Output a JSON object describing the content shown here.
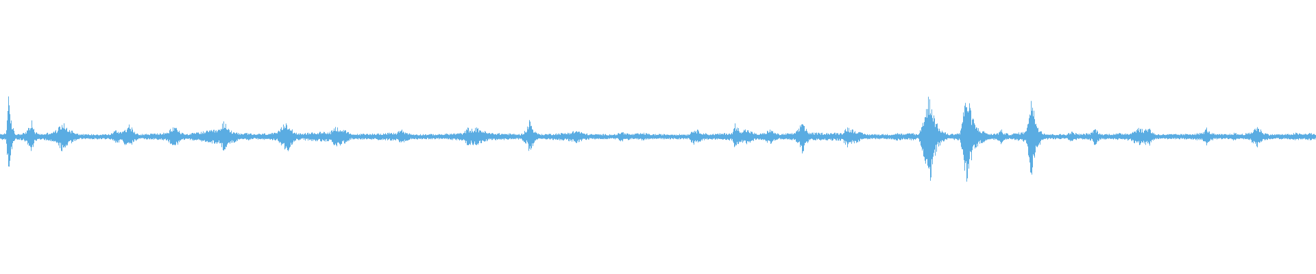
{
  "waveform": {
    "color": "#5aace2",
    "background": "#ffffff",
    "duration_units": 1920,
    "amplitude_max": 1.0,
    "envelope": [
      [
        0,
        0.02
      ],
      [
        8,
        0.03
      ],
      [
        12,
        0.3
      ],
      [
        14,
        0.18
      ],
      [
        18,
        0.08
      ],
      [
        22,
        0.02
      ],
      [
        35,
        0.03
      ],
      [
        42,
        0.07
      ],
      [
        46,
        0.12
      ],
      [
        50,
        0.04
      ],
      [
        60,
        0.02
      ],
      [
        78,
        0.04
      ],
      [
        84,
        0.06
      ],
      [
        90,
        0.12
      ],
      [
        94,
        0.09
      ],
      [
        100,
        0.06
      ],
      [
        108,
        0.04
      ],
      [
        116,
        0.02
      ],
      [
        160,
        0.02
      ],
      [
        168,
        0.05
      ],
      [
        176,
        0.04
      ],
      [
        186,
        0.08
      ],
      [
        190,
        0.1
      ],
      [
        194,
        0.04
      ],
      [
        205,
        0.02
      ],
      [
        244,
        0.03
      ],
      [
        250,
        0.07
      ],
      [
        256,
        0.08
      ],
      [
        262,
        0.04
      ],
      [
        270,
        0.02
      ],
      [
        322,
        0.06
      ],
      [
        326,
        0.14
      ],
      [
        330,
        0.08
      ],
      [
        336,
        0.05
      ],
      [
        344,
        0.04
      ],
      [
        352,
        0.02
      ],
      [
        360,
        0.03
      ],
      [
        368,
        0.02
      ],
      [
        404,
        0.03
      ],
      [
        410,
        0.07
      ],
      [
        416,
        0.12
      ],
      [
        422,
        0.1
      ],
      [
        428,
        0.04
      ],
      [
        440,
        0.02
      ],
      [
        446,
        0.03
      ],
      [
        482,
        0.04
      ],
      [
        488,
        0.08
      ],
      [
        494,
        0.07
      ],
      [
        500,
        0.06
      ],
      [
        506,
        0.04
      ],
      [
        512,
        0.02
      ],
      [
        578,
        0.03
      ],
      [
        584,
        0.06
      ],
      [
        590,
        0.04
      ],
      [
        600,
        0.02
      ],
      [
        620,
        0.02
      ],
      [
        640,
        0.02
      ],
      [
        676,
        0.03
      ],
      [
        682,
        0.07
      ],
      [
        688,
        0.06
      ],
      [
        696,
        0.07
      ],
      [
        704,
        0.05
      ],
      [
        712,
        0.03
      ],
      [
        760,
        0.02
      ],
      [
        768,
        0.06
      ],
      [
        772,
        0.14
      ],
      [
        776,
        0.08
      ],
      [
        782,
        0.03
      ],
      [
        790,
        0.02
      ],
      [
        826,
        0.03
      ],
      [
        834,
        0.04
      ],
      [
        842,
        0.05
      ],
      [
        850,
        0.03
      ],
      [
        860,
        0.02
      ],
      [
        900,
        0.02
      ],
      [
        906,
        0.04
      ],
      [
        912,
        0.03
      ],
      [
        920,
        0.02
      ],
      [
        940,
        0.03
      ],
      [
        948,
        0.02
      ],
      [
        1004,
        0.02
      ],
      [
        1012,
        0.06
      ],
      [
        1018,
        0.05
      ],
      [
        1026,
        0.03
      ],
      [
        1034,
        0.02
      ],
      [
        1068,
        0.03
      ],
      [
        1072,
        0.1
      ],
      [
        1076,
        0.07
      ],
      [
        1082,
        0.05
      ],
      [
        1088,
        0.06
      ],
      [
        1096,
        0.04
      ],
      [
        1104,
        0.02
      ],
      [
        1116,
        0.03
      ],
      [
        1122,
        0.06
      ],
      [
        1128,
        0.04
      ],
      [
        1136,
        0.02
      ],
      [
        1160,
        0.03
      ],
      [
        1166,
        0.07
      ],
      [
        1170,
        0.14
      ],
      [
        1174,
        0.08
      ],
      [
        1180,
        0.03
      ],
      [
        1228,
        0.03
      ],
      [
        1236,
        0.08
      ],
      [
        1240,
        0.06
      ],
      [
        1248,
        0.05
      ],
      [
        1256,
        0.03
      ],
      [
        1264,
        0.02
      ],
      [
        1300,
        0.02
      ],
      [
        1310,
        0.03
      ],
      [
        1318,
        0.02
      ],
      [
        1340,
        0.02
      ],
      [
        1332,
        0.03
      ],
      [
        1336,
        0.02
      ],
      [
        1342,
        0.06
      ],
      [
        1350,
        0.2
      ],
      [
        1356,
        0.36
      ],
      [
        1362,
        0.18
      ],
      [
        1368,
        0.08
      ],
      [
        1376,
        0.04
      ],
      [
        1384,
        0.02
      ],
      [
        1400,
        0.03
      ],
      [
        1406,
        0.22
      ],
      [
        1410,
        0.34
      ],
      [
        1416,
        0.2
      ],
      [
        1422,
        0.1
      ],
      [
        1428,
        0.06
      ],
      [
        1436,
        0.04
      ],
      [
        1444,
        0.02
      ],
      [
        1456,
        0.03
      ],
      [
        1460,
        0.06
      ],
      [
        1464,
        0.03
      ],
      [
        1472,
        0.02
      ],
      [
        1496,
        0.04
      ],
      [
        1500,
        0.18
      ],
      [
        1504,
        0.32
      ],
      [
        1508,
        0.2
      ],
      [
        1514,
        0.08
      ],
      [
        1522,
        0.03
      ],
      [
        1530,
        0.02
      ],
      [
        1556,
        0.02
      ],
      [
        1562,
        0.04
      ],
      [
        1568,
        0.03
      ],
      [
        1576,
        0.02
      ],
      [
        1592,
        0.03
      ],
      [
        1596,
        0.07
      ],
      [
        1600,
        0.05
      ],
      [
        1606,
        0.02
      ],
      [
        1650,
        0.03
      ],
      [
        1656,
        0.06
      ],
      [
        1662,
        0.07
      ],
      [
        1668,
        0.05
      ],
      [
        1676,
        0.08
      ],
      [
        1680,
        0.04
      ],
      [
        1686,
        0.02
      ],
      [
        1716,
        0.02
      ],
      [
        1726,
        0.02
      ],
      [
        1754,
        0.03
      ],
      [
        1760,
        0.07
      ],
      [
        1764,
        0.04
      ],
      [
        1772,
        0.02
      ],
      [
        1792,
        0.02
      ],
      [
        1800,
        0.03
      ],
      [
        1808,
        0.02
      ],
      [
        1824,
        0.03
      ],
      [
        1830,
        0.07
      ],
      [
        1834,
        0.08
      ],
      [
        1838,
        0.06
      ],
      [
        1844,
        0.03
      ],
      [
        1852,
        0.02
      ],
      [
        1880,
        0.02
      ],
      [
        1890,
        0.03
      ],
      [
        1900,
        0.02
      ],
      [
        1910,
        0.03
      ],
      [
        1920,
        0.02
      ]
    ]
  }
}
